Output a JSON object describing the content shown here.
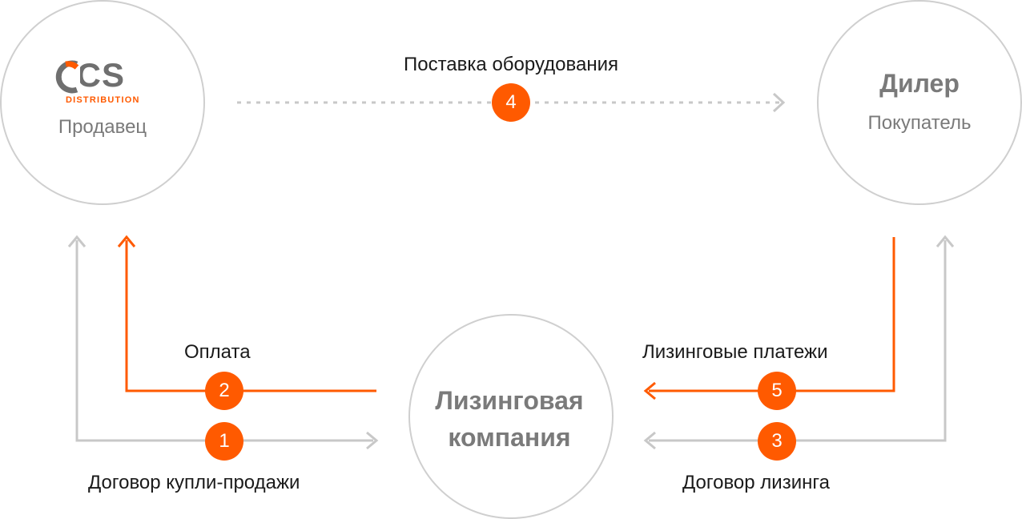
{
  "colors": {
    "accent": "#FF5A00",
    "line_gray": "#C8C8C8",
    "circle_stroke": "#CFCFCF",
    "node_text": "#7A7A7A",
    "label_text": "#1A1A1A",
    "ocs_gray": "#6F6F6F"
  },
  "nodes": {
    "seller": {
      "logo_letters": "OCS",
      "logo_sub": "DISTRIBUTION",
      "role": "Продавец"
    },
    "dealer": {
      "name": "Дилер",
      "role": "Покупатель"
    },
    "leasing": {
      "name": "Лизинговая компания"
    }
  },
  "flows": {
    "supply": {
      "step": "4",
      "label": "Поставка оборудования"
    },
    "payment": {
      "step": "2",
      "label": "Оплата"
    },
    "contract_sale": {
      "step": "1",
      "label": "Договор купли-продажи"
    },
    "leasing_payments": {
      "step": "5",
      "label": "Лизинговые платежи"
    },
    "contract_leasing": {
      "step": "3",
      "label": "Договор лизинга"
    }
  }
}
